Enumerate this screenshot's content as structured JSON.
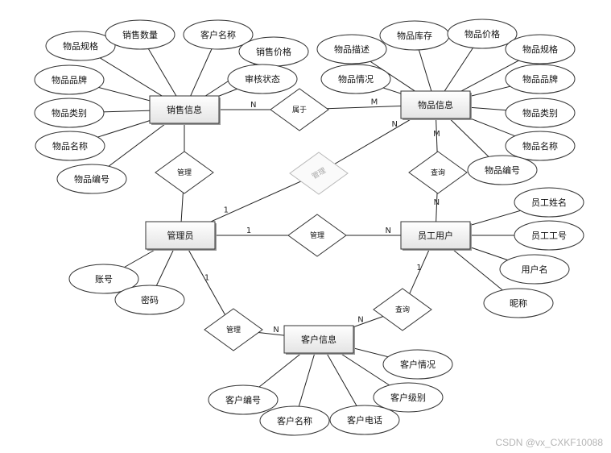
{
  "entities": [
    {
      "id": "sales",
      "label": "销售信息"
    },
    {
      "id": "item",
      "label": "物品信息"
    },
    {
      "id": "admin",
      "label": "管理员"
    },
    {
      "id": "staff",
      "label": "员工用户"
    },
    {
      "id": "customer",
      "label": "客户信息"
    }
  ],
  "relationships": [
    {
      "id": "r_belong",
      "label": "属于",
      "faded": false
    },
    {
      "id": "r_manage_sales",
      "label": "管理",
      "faded": false
    },
    {
      "id": "r_manage_item",
      "label": "管理",
      "faded": true
    },
    {
      "id": "r_manage_staff",
      "label": "管理",
      "faded": false
    },
    {
      "id": "r_query_item",
      "label": "查询",
      "faded": false
    },
    {
      "id": "r_query_cust",
      "label": "查询",
      "faded": false
    },
    {
      "id": "r_manage_cust",
      "label": "管理",
      "faded": false
    }
  ],
  "attributes": [
    {
      "id": "s1",
      "label": "物品规格",
      "entity": "sales"
    },
    {
      "id": "s2",
      "label": "销售数量",
      "entity": "sales"
    },
    {
      "id": "s3",
      "label": "客户名称",
      "entity": "sales"
    },
    {
      "id": "s4",
      "label": "销售价格",
      "entity": "sales"
    },
    {
      "id": "s5",
      "label": "物品品牌",
      "entity": "sales"
    },
    {
      "id": "s6",
      "label": "审核状态",
      "entity": "sales"
    },
    {
      "id": "s7",
      "label": "物品类别",
      "entity": "sales"
    },
    {
      "id": "s8",
      "label": "物品名称",
      "entity": "sales"
    },
    {
      "id": "s9",
      "label": "物品编号",
      "entity": "sales"
    },
    {
      "id": "i1",
      "label": "物品描述",
      "entity": "item"
    },
    {
      "id": "i2",
      "label": "物品库存",
      "entity": "item"
    },
    {
      "id": "i3",
      "label": "物品价格",
      "entity": "item"
    },
    {
      "id": "i4",
      "label": "物品规格",
      "entity": "item"
    },
    {
      "id": "i5",
      "label": "物品情况",
      "entity": "item"
    },
    {
      "id": "i6",
      "label": "物品品牌",
      "entity": "item"
    },
    {
      "id": "i7",
      "label": "物品类别",
      "entity": "item"
    },
    {
      "id": "i8",
      "label": "物品名称",
      "entity": "item"
    },
    {
      "id": "i9",
      "label": "物品编号",
      "entity": "item"
    },
    {
      "id": "u1",
      "label": "员工姓名",
      "entity": "staff"
    },
    {
      "id": "u2",
      "label": "员工工号",
      "entity": "staff"
    },
    {
      "id": "u3",
      "label": "用户名",
      "entity": "staff"
    },
    {
      "id": "u4",
      "label": "昵称",
      "entity": "staff"
    },
    {
      "id": "a1",
      "label": "账号",
      "entity": "admin"
    },
    {
      "id": "a2",
      "label": "密码",
      "entity": "admin"
    },
    {
      "id": "c1",
      "label": "客户情况",
      "entity": "customer"
    },
    {
      "id": "c2",
      "label": "客户编号",
      "entity": "customer"
    },
    {
      "id": "c3",
      "label": "客户级别",
      "entity": "customer"
    },
    {
      "id": "c4",
      "label": "客户名称",
      "entity": "customer"
    },
    {
      "id": "c5",
      "label": "客户电话",
      "entity": "customer"
    }
  ],
  "edges": [
    {
      "from": "sales",
      "to": "r_belong",
      "label": "N"
    },
    {
      "from": "r_belong",
      "to": "item",
      "label": "M"
    },
    {
      "from": "sales",
      "to": "r_manage_sales",
      "label": ""
    },
    {
      "from": "r_manage_sales",
      "to": "admin",
      "label": ""
    },
    {
      "from": "admin",
      "to": "r_manage_item",
      "label": "1"
    },
    {
      "from": "r_manage_item",
      "to": "item",
      "label": "N"
    },
    {
      "from": "admin",
      "to": "r_manage_staff",
      "label": "1"
    },
    {
      "from": "r_manage_staff",
      "to": "staff",
      "label": "N"
    },
    {
      "from": "item",
      "to": "r_query_item",
      "label": "M"
    },
    {
      "from": "r_query_item",
      "to": "staff",
      "label": "N"
    },
    {
      "from": "staff",
      "to": "r_query_cust",
      "label": "1"
    },
    {
      "from": "r_query_cust",
      "to": "customer",
      "label": "N"
    },
    {
      "from": "admin",
      "to": "r_manage_cust",
      "label": "1"
    },
    {
      "from": "r_manage_cust",
      "to": "customer",
      "label": "N"
    }
  ],
  "watermark": "CSDN @vx_CXKF10088"
}
